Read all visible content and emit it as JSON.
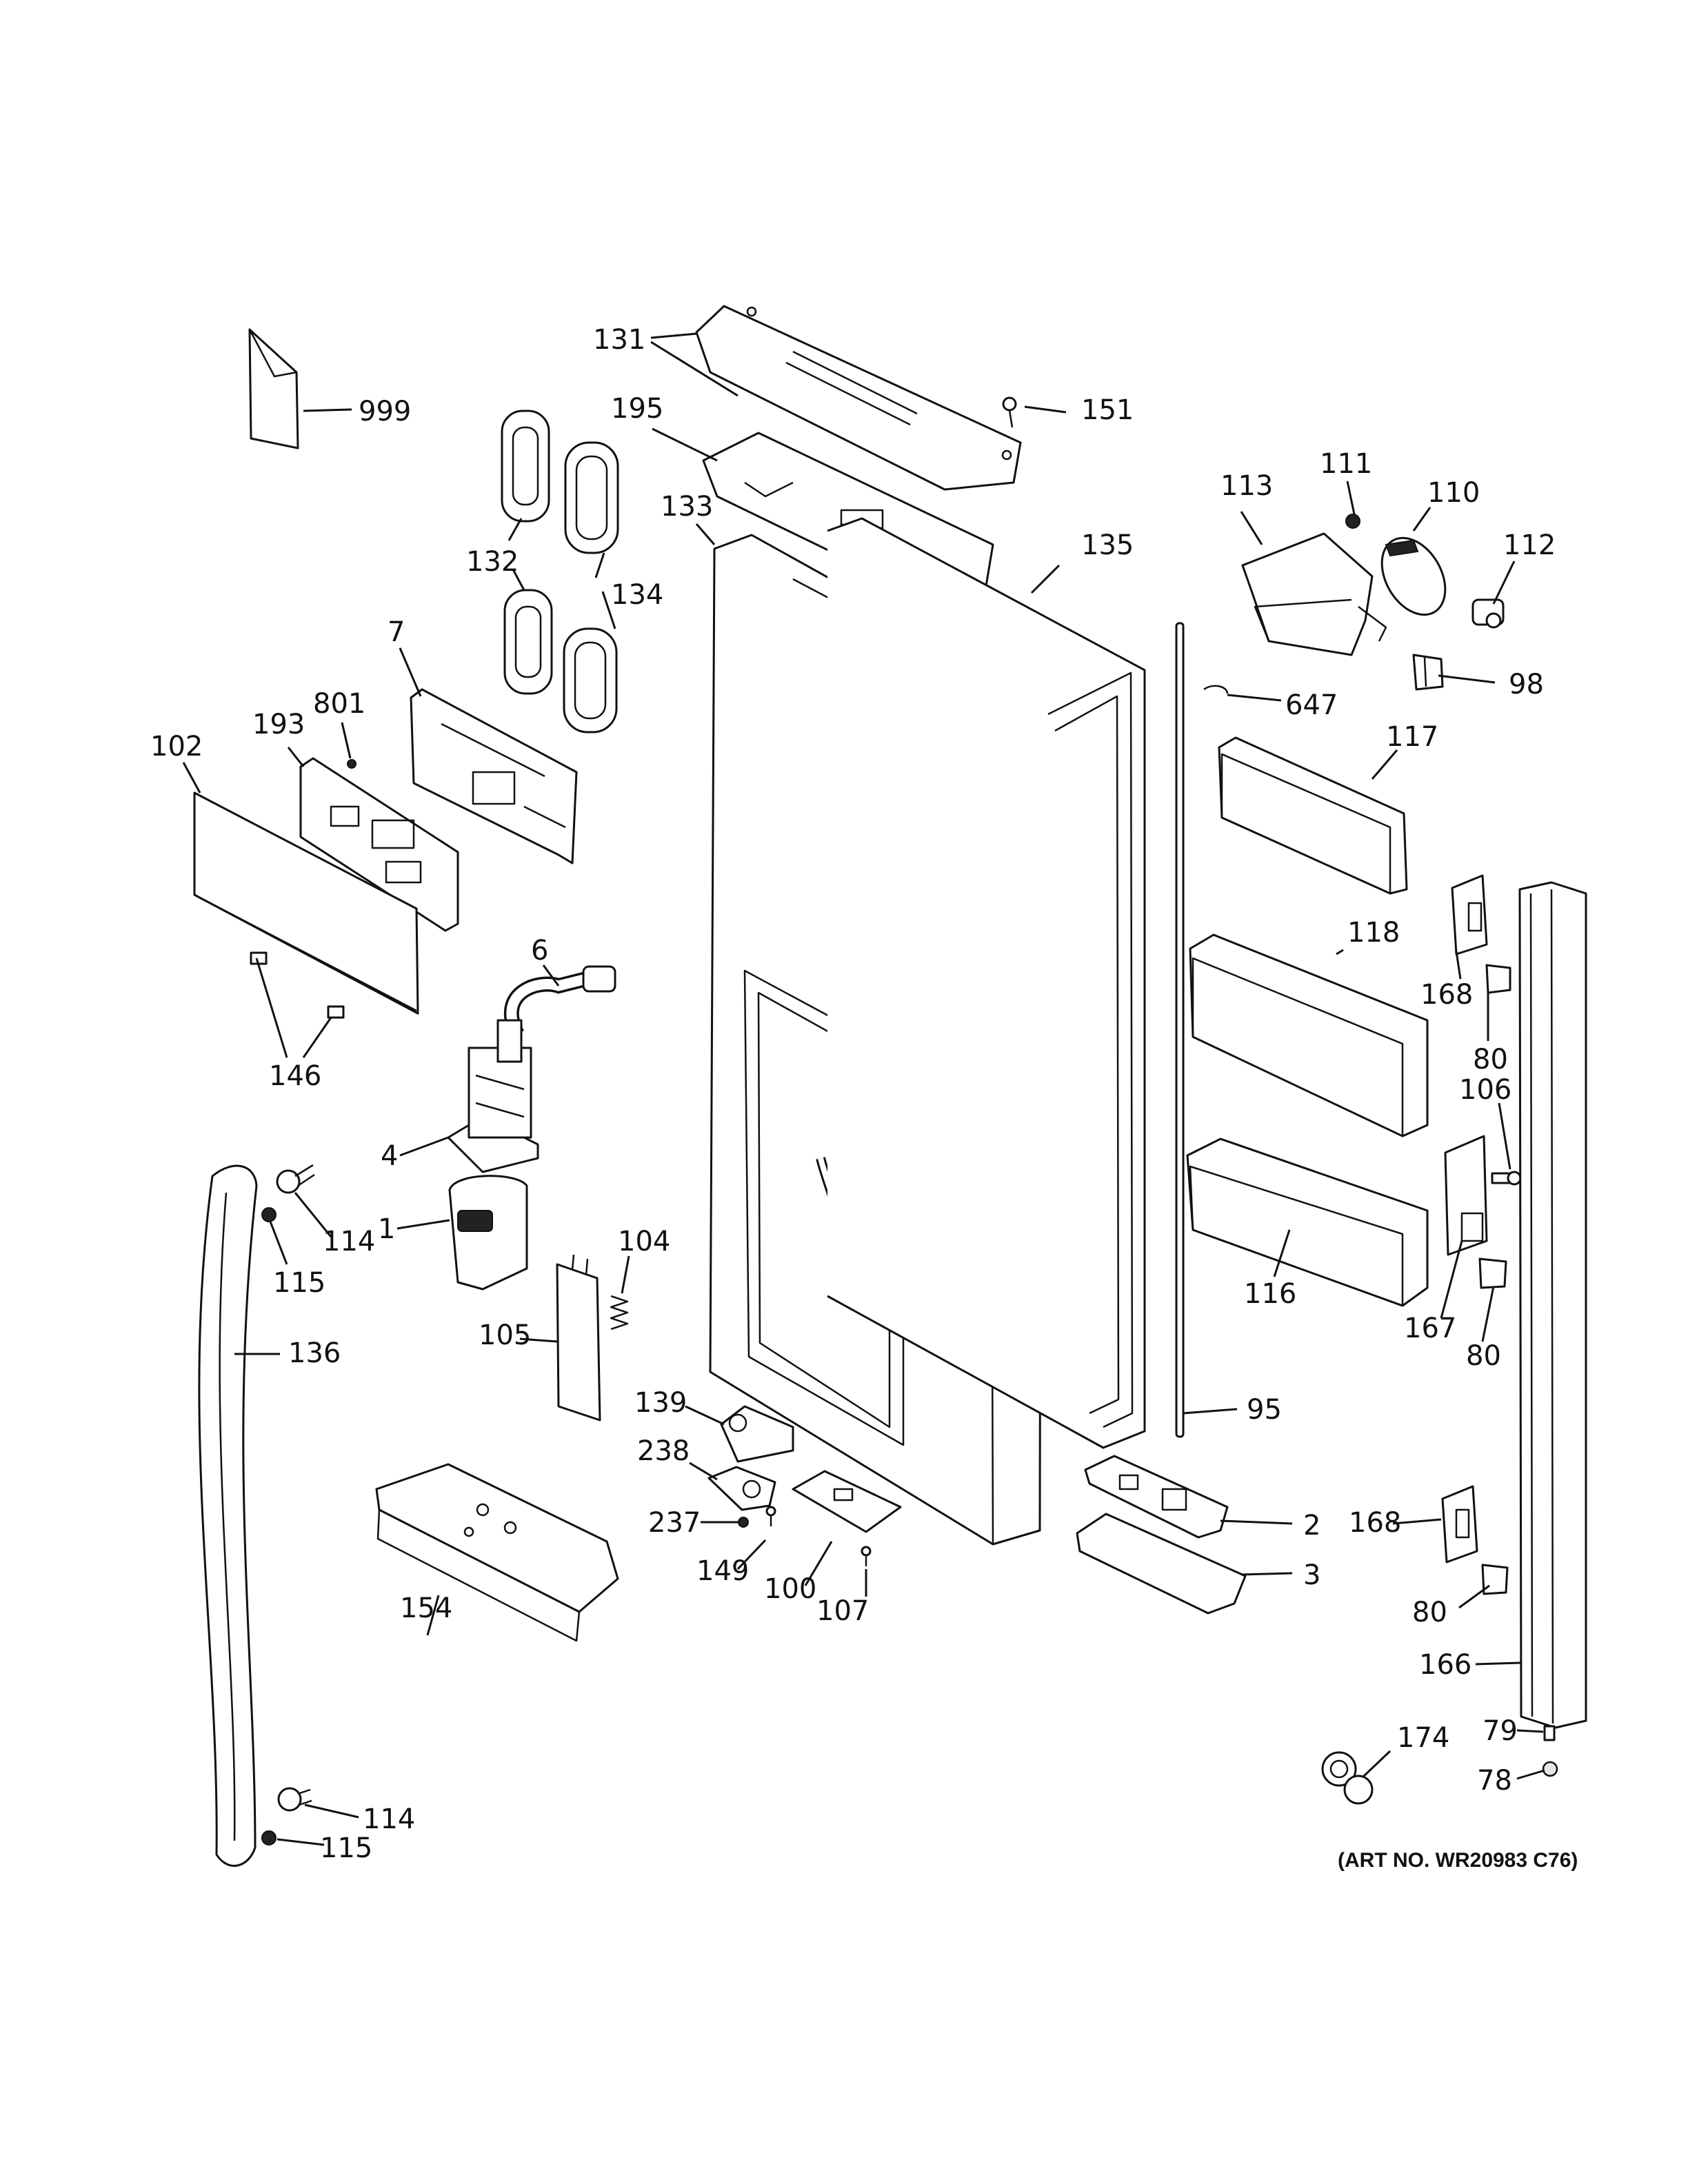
{
  "diagram": {
    "art_number": "(ART NO. WR20983 C76)",
    "part_labels": {
      "p999": "999",
      "p131": "131",
      "p151": "151",
      "p195": "195",
      "p132": "132",
      "p134": "134",
      "p133": "133",
      "p135": "135",
      "p113": "113",
      "p111": "111",
      "p110": "110",
      "p112": "112",
      "p98": "98",
      "p647": "647",
      "p117": "117",
      "p7": "7",
      "p801": "801",
      "p193": "193",
      "p102": "102",
      "p118": "118",
      "p168a": "168",
      "p80a": "80",
      "p106": "106",
      "p6": "6",
      "p146": "146",
      "p4": "4",
      "p114a": "114",
      "p1": "1",
      "p115a": "115",
      "p104": "104",
      "p116": "116",
      "p167": "167",
      "p80b": "80",
      "p105": "105",
      "p136": "136",
      "p95": "95",
      "p139": "139",
      "p238": "238",
      "p237": "237",
      "p2": "2",
      "p168b": "168",
      "p3": "3",
      "p149": "149",
      "p100": "100",
      "p107": "107",
      "p80c": "80",
      "p154": "154",
      "p166": "166",
      "p79": "79",
      "p174": "174",
      "p78": "78",
      "p114b": "114",
      "p115b": "115"
    }
  }
}
